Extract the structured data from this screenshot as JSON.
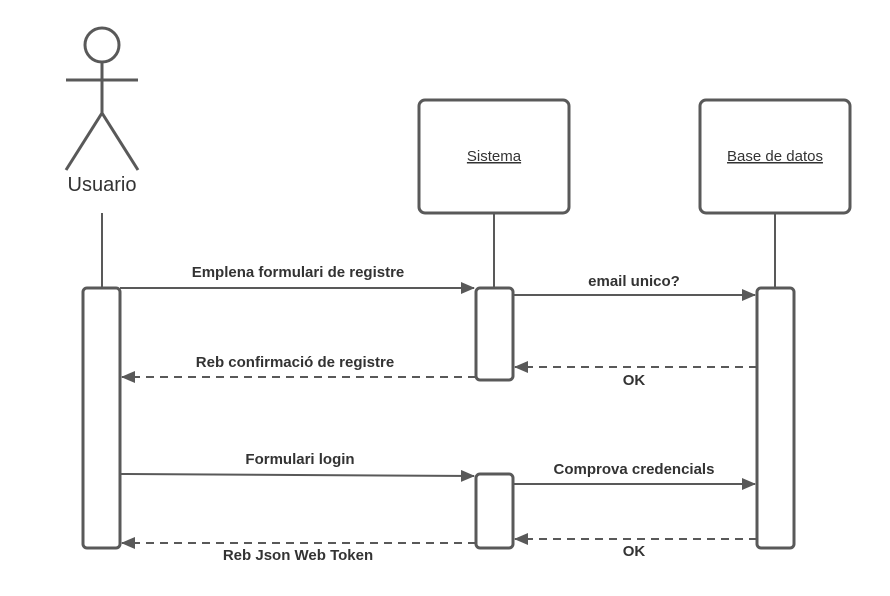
{
  "actor": {
    "label": "Usuario"
  },
  "participants": {
    "sistema": {
      "label": "Sistema"
    },
    "db": {
      "label": "Base de datos"
    }
  },
  "messages": [
    {
      "id": "m1",
      "label": "Emplena formulari de registre",
      "type": "sync"
    },
    {
      "id": "m2",
      "label": "email unico?",
      "type": "sync"
    },
    {
      "id": "m3",
      "label": "OK",
      "type": "return"
    },
    {
      "id": "m4",
      "label": "Reb confirmació de registre",
      "type": "return"
    },
    {
      "id": "m5",
      "label": "Formulari login",
      "type": "sync"
    },
    {
      "id": "m6",
      "label": "Comprova credencials",
      "type": "sync"
    },
    {
      "id": "m7",
      "label": "OK",
      "type": "return"
    },
    {
      "id": "m8",
      "label": "Reb Json Web Token",
      "type": "return"
    }
  ],
  "colors": {
    "stroke": "#595959",
    "text": "#333333",
    "background": "#ffffff"
  }
}
